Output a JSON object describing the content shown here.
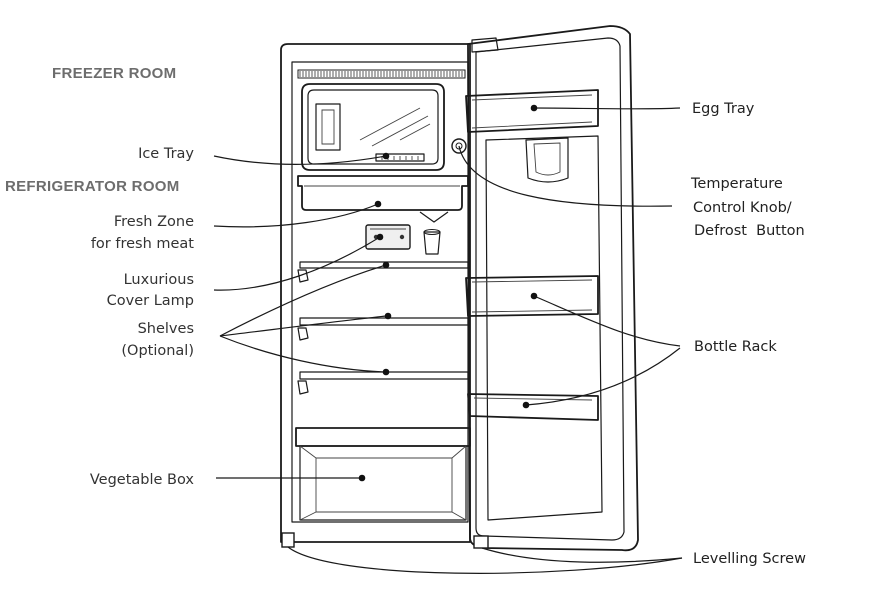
{
  "sections": {
    "freezer_room": "FREEZER ROOM",
    "refrigerator_room": "REFRIGERATOR ROOM"
  },
  "labels_left": {
    "ice_tray": "Ice Tray",
    "fresh_zone_line1": "Fresh Zone",
    "fresh_zone_line2": "for fresh meat",
    "cover_lamp_line1": "Luxurious",
    "cover_lamp_line2": "Cover Lamp",
    "shelves_line1": "Shelves",
    "shelves_line2": "(Optional)",
    "vegetable_box": "Vegetable Box"
  },
  "labels_right": {
    "egg_tray": "Egg Tray",
    "temp_line1": "Temperature",
    "temp_line2": "Control Knob/",
    "temp_line3": "Defrost  Button",
    "bottle_rack": "Bottle Rack",
    "levelling_screw": "Levelling Screw"
  },
  "colors": {
    "outline": "#1a1a1a",
    "section_header": "#6d6d6d",
    "label_text": "#333333",
    "panel_fill": "#e9e9e9"
  }
}
